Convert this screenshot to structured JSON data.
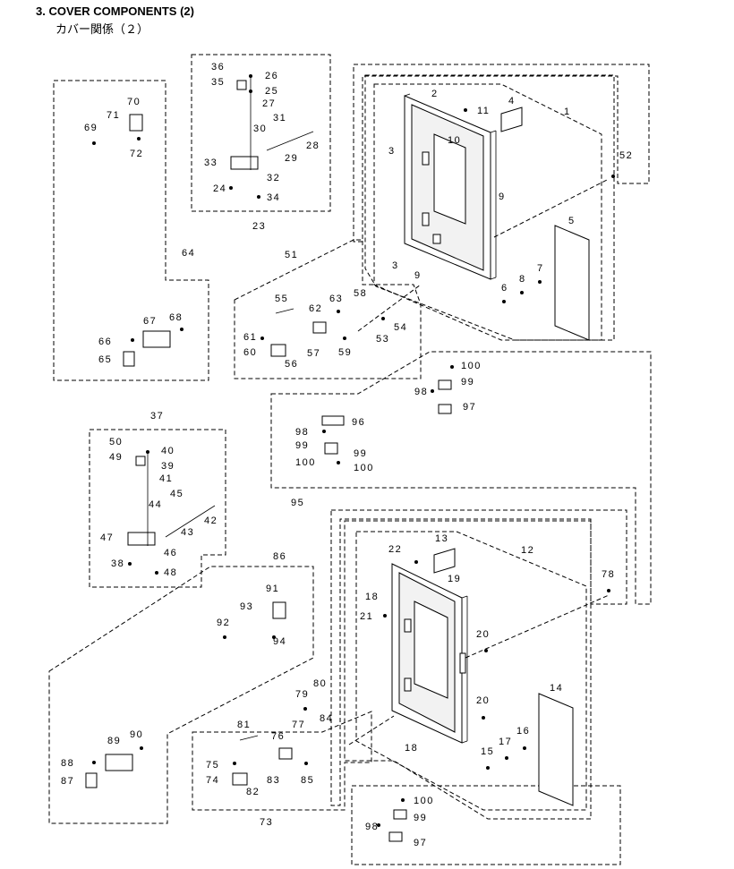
{
  "heading": "3.  COVER COMPONENTS (2)",
  "subheading": "カバー関係（２）",
  "callouts": {
    "c1": "1",
    "c2": "2",
    "c3a": "3",
    "c3b": "3",
    "c4": "4",
    "c5": "5",
    "c6": "6",
    "c7": "7",
    "c8": "8",
    "c9a": "9",
    "c9b": "9",
    "c10": "10",
    "c11": "11",
    "c12": "12",
    "c13": "13",
    "c14": "14",
    "c15": "15",
    "c16": "16",
    "c17": "17",
    "c18a": "18",
    "c18b": "18",
    "c19": "19",
    "c20a": "20",
    "c20b": "20",
    "c21": "21",
    "c22": "22",
    "c23": "23",
    "c24": "24",
    "c25": "25",
    "c26": "26",
    "c27": "27",
    "c28": "28",
    "c29": "29",
    "c30": "30",
    "c31": "31",
    "c32": "32",
    "c33": "33",
    "c34": "34",
    "c35": "35",
    "c36": "36",
    "c37": "37",
    "c38": "38",
    "c39": "39",
    "c40": "40",
    "c41": "41",
    "c42": "42",
    "c43": "43",
    "c44": "44",
    "c45": "45",
    "c46": "46",
    "c47": "47",
    "c48": "48",
    "c49": "49",
    "c50": "50",
    "c51": "51",
    "c52": "52",
    "c53": "53",
    "c54": "54",
    "c55": "55",
    "c56": "56",
    "c57": "57",
    "c58": "58",
    "c59": "59",
    "c60": "60",
    "c61": "61",
    "c62": "62",
    "c63": "63",
    "c64": "64",
    "c65": "65",
    "c66": "66",
    "c67": "67",
    "c68": "68",
    "c69": "69",
    "c70": "70",
    "c71": "71",
    "c72": "72",
    "c73": "73",
    "c74": "74",
    "c75": "75",
    "c76": "76",
    "c77": "77",
    "c78": "78",
    "c79": "79",
    "c80": "80",
    "c81": "81",
    "c82": "82",
    "c83": "83",
    "c84": "84",
    "c85": "85",
    "c86": "86",
    "c87": "87",
    "c88": "88",
    "c89": "89",
    "c90": "90",
    "c91": "91",
    "c92": "92",
    "c93": "93",
    "c94": "94",
    "c95": "95",
    "c96": "96",
    "c97a": "97",
    "c97b": "97",
    "c98a": "98",
    "c98b": "98",
    "c98c": "98",
    "c99a": "99",
    "c99b": "99",
    "c99c": "99",
    "c99d": "99",
    "c100a": "100",
    "c100b": "100",
    "c100c": "100",
    "c100d": "100"
  }
}
